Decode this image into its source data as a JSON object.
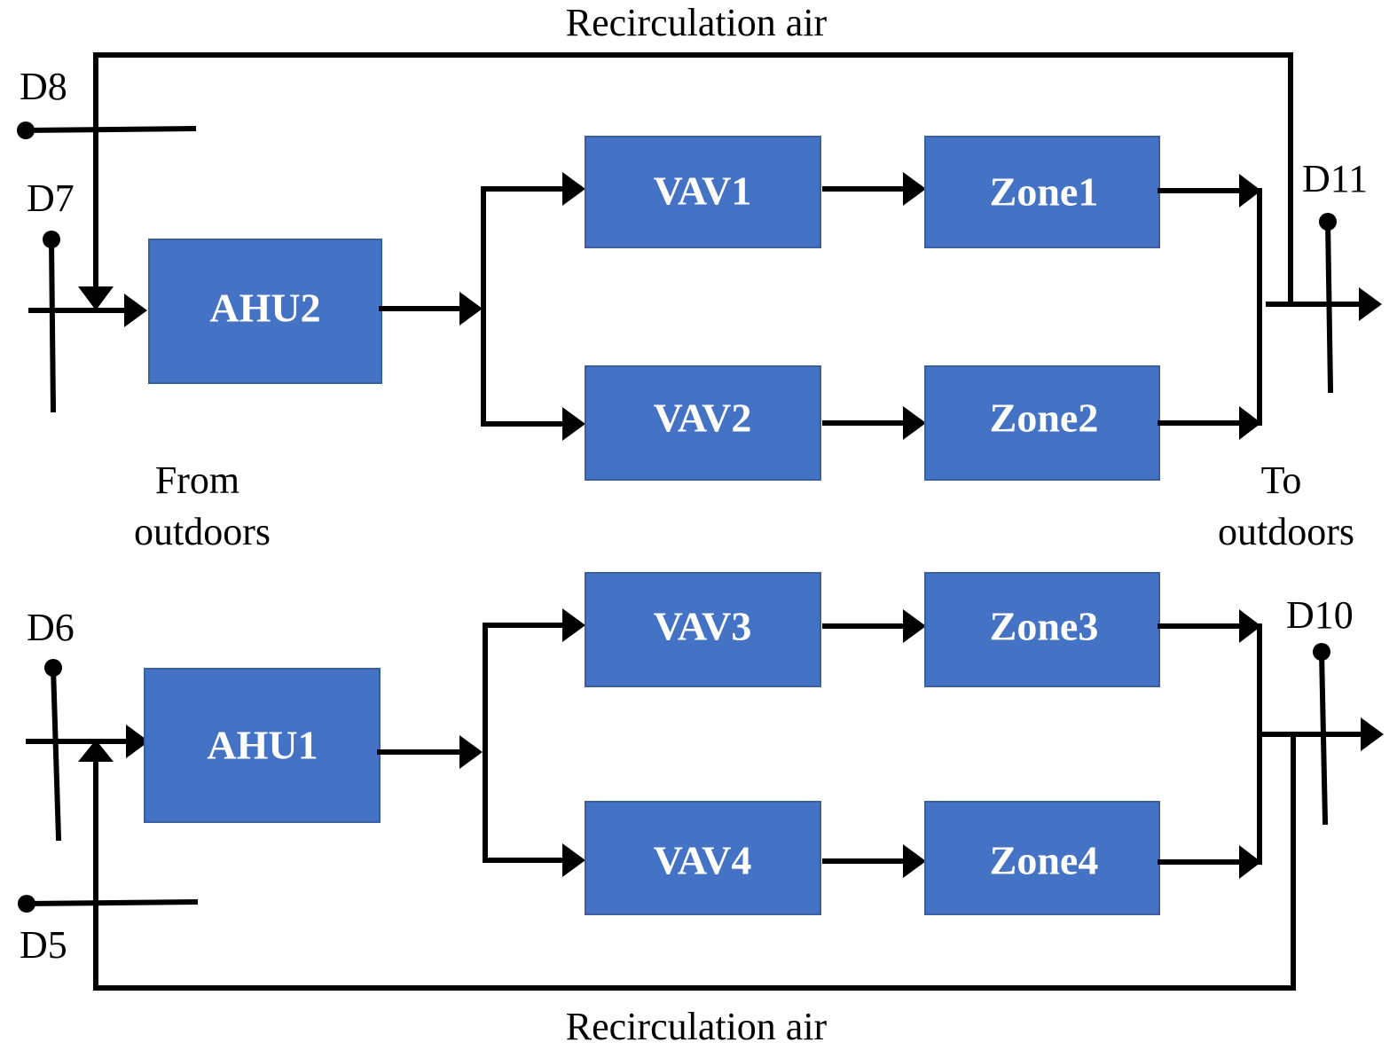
{
  "diagram": {
    "recirc_top": "Recirculation air",
    "recirc_bottom": "Recirculation air",
    "from_outdoors": [
      "From",
      "outdoors"
    ],
    "to_outdoors": [
      "To",
      "outdoors"
    ],
    "units": {
      "ahu2": "AHU2",
      "ahu1": "AHU1",
      "vav1": "VAV1",
      "vav2": "VAV2",
      "vav3": "VAV3",
      "vav4": "VAV4",
      "zone1": "Zone1",
      "zone2": "Zone2",
      "zone3": "Zone3",
      "zone4": "Zone4"
    },
    "dampers": {
      "d5": "D5",
      "d6": "D6",
      "d7": "D7",
      "d8": "D8",
      "d10": "D10",
      "d11": "D11"
    },
    "colors": {
      "box_fill": "#4472c4",
      "box_text": "#ffffff",
      "line": "#000000"
    }
  }
}
